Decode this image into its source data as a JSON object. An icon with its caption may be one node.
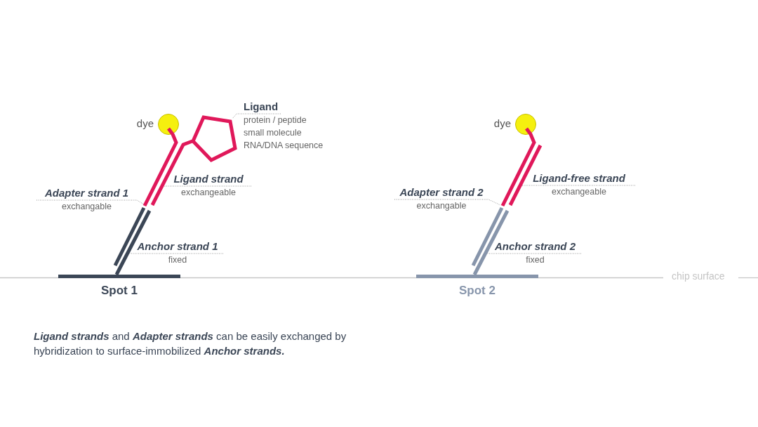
{
  "diagram": {
    "nodes": [
      {
        "text": [],
        "shape": "circle",
        "beside": [
          "dye"
        ]
      },
      {
        "text": [
          "Ligand",
          "protein / peptide",
          "small molecule",
          "RNA/DNA sequence"
        ]
      },
      {
        "text": [],
        "shape": "pentagon"
      },
      {
        "text": [
          "Ligand strand",
          "exchangeable"
        ]
      },
      {
        "text": [],
        "shape": "bar"
      },
      {
        "text": [
          "Adapter strand 1",
          "exchangable"
        ]
      },
      {
        "text": [],
        "shape": "bar"
      },
      {
        "text": [
          "Anchor strand 1",
          "fixed"
        ]
      },
      {
        "text": [],
        "shape": "bar"
      },
      {
        "text": [
          "Spot 1"
        ]
      },
      {
        "text": [],
        "shape": "circle",
        "beside": [
          "dye"
        ]
      },
      {
        "text": [
          "Ligand-free strand",
          "exchangeable"
        ]
      },
      {
        "text": [],
        "shape": "bar"
      },
      {
        "text": [
          "Adapter strand 2",
          "exchangable"
        ]
      },
      {
        "text": [],
        "shape": "bar"
      },
      {
        "text": [
          "Anchor strand 2",
          "fixed"
        ]
      },
      {
        "text": [],
        "shape": "bar"
      },
      {
        "text": [
          "Spot 2"
        ]
      }
    ],
    "edges": [
      {
        "from": 1,
        "to": 2,
        "arrow": "none"
      },
      {
        "from": 3,
        "to": 4,
        "arrow": "none"
      },
      {
        "from": 5,
        "to": 6,
        "arrow": "none"
      },
      {
        "from": 7,
        "to": 8,
        "arrow": "none"
      },
      {
        "from": 11,
        "to": 12,
        "arrow": "none"
      },
      {
        "from": 13,
        "to": 14,
        "arrow": "none"
      },
      {
        "from": 15,
        "to": 16,
        "arrow": "none"
      }
    ],
    "labels": [
      "chip surface",
      "**Ligand strands** and **Adapter strands** can be easily exchanged by hybridization to surface-immobilized **Anchor strands.**"
    ]
  }
}
